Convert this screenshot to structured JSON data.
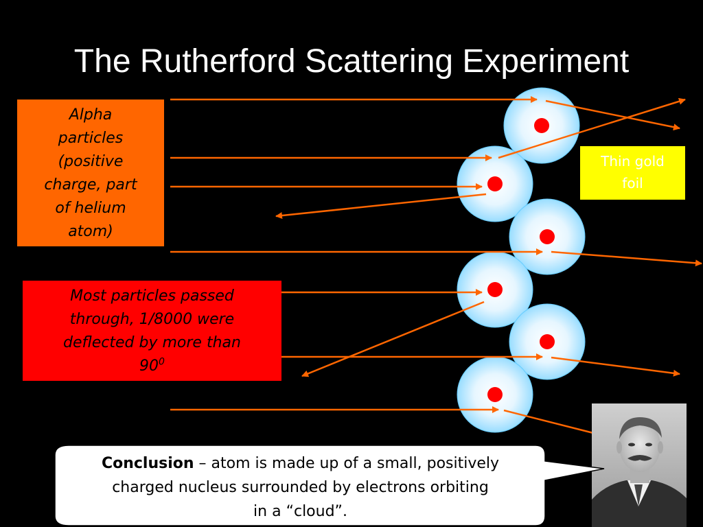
{
  "title": "The Rutherford Scattering Experiment",
  "alpha_label": {
    "line1": "Alpha",
    "line2": "particles",
    "line3": "(positive",
    "line4": "charge, part",
    "line5": "of helium",
    "line6": "atom)"
  },
  "result_label": {
    "line1": "Most particles passed",
    "line2": "through, 1/8000 were",
    "line3": "deflected by more than",
    "line4": "90",
    "superscript": "0"
  },
  "foil_label": {
    "line1": "Thin gold",
    "line2": "foil"
  },
  "conclusion": {
    "heading": "Conclusion",
    "line1_rest": " – atom is made up of a small, positively",
    "line2": "charged nucleus surrounded by electrons orbiting",
    "line3": "in a “cloud”."
  },
  "colors": {
    "background": "#000000",
    "arrow": "#ff6600",
    "atom_outer": "#99ddff",
    "atom_inner": "#ffffff",
    "nucleus": "#ff0000",
    "alpha_box": "#ff6600",
    "result_box": "#ff0000",
    "foil_box": "#ffff00"
  },
  "portrait": {
    "icon": "portrait-photo-icon"
  }
}
